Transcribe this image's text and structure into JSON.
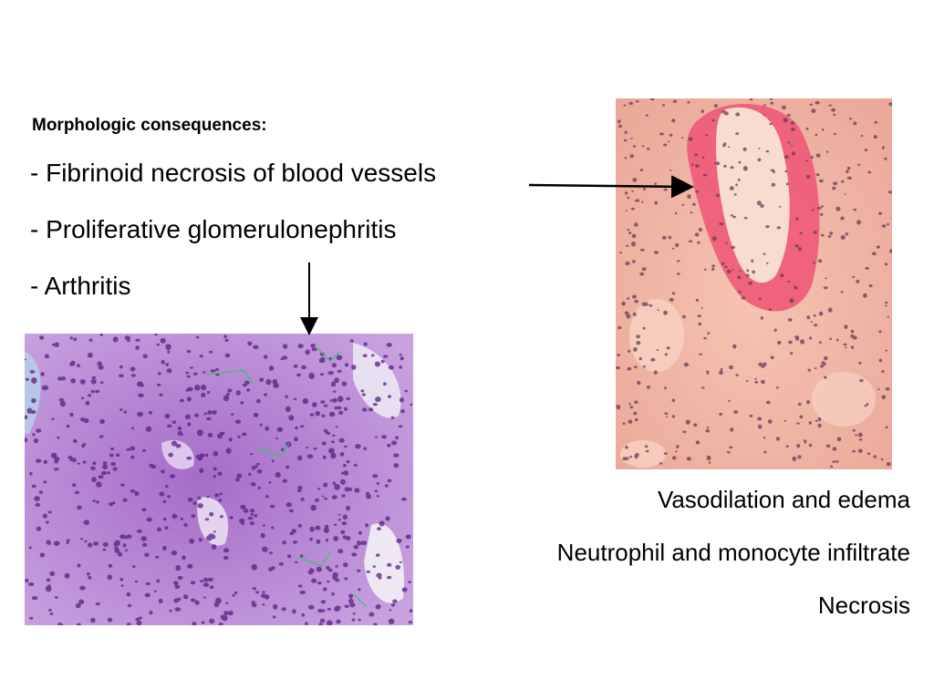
{
  "slide": {
    "heading": "Morphologic consequences:",
    "bullets": [
      "- Fibrinoid necrosis of blood vessels",
      "- Proliferative glomerulonephritis",
      "- Arthritis"
    ],
    "captions": [
      "Vasodilation and edema",
      "Neutrophil and monocyte infiltrate",
      "Necrosis"
    ]
  },
  "images": {
    "vessel_photo": {
      "subject": "fibrinoid-necrosis-vessel-micrograph",
      "background_color": "#f1b3a3",
      "accent_color": "#ef5b78"
    },
    "glomerulus_photo": {
      "subject": "proliferative-glomerulonephritis-micrograph",
      "background_color": "#b98ad8",
      "accent_color": "#6b2a8f"
    }
  },
  "colors": {
    "text": "#000000",
    "background": "#ffffff"
  }
}
